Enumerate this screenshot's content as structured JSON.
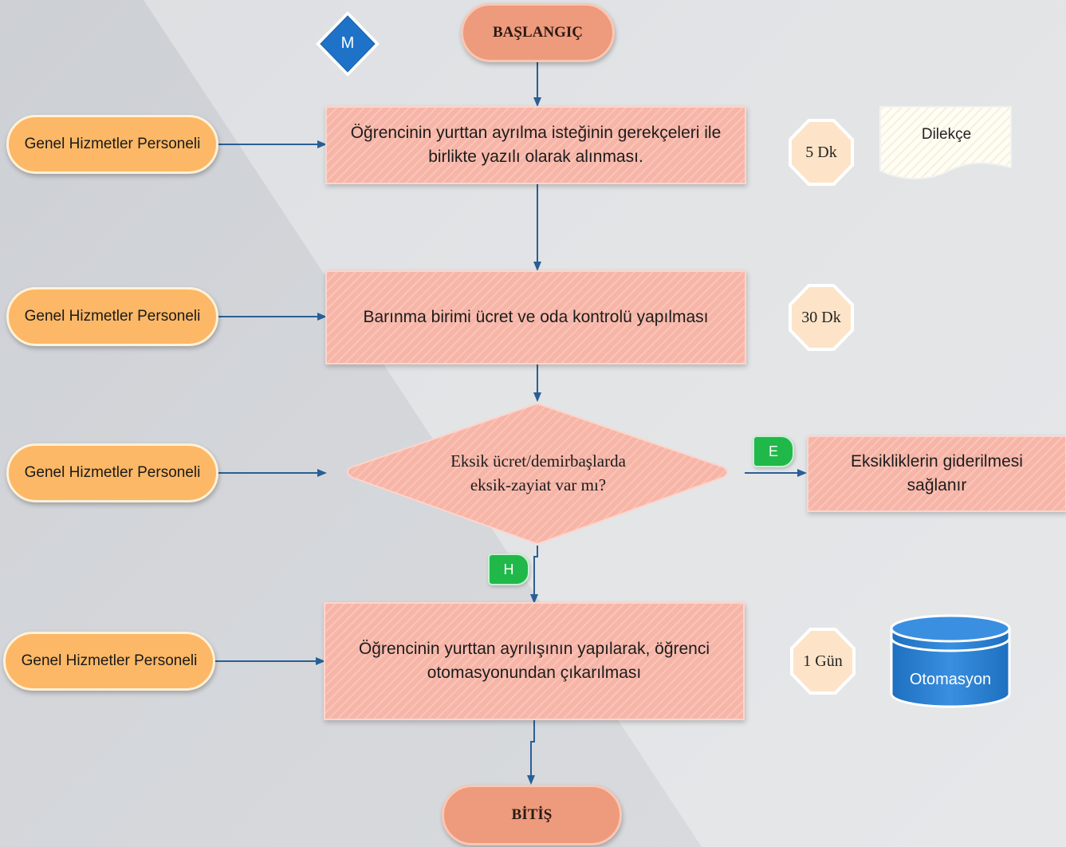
{
  "start": {
    "label": "BAŞLANGIÇ"
  },
  "end": {
    "label": "BİTİŞ"
  },
  "connector": {
    "label": "M"
  },
  "actors": [
    "Genel Hizmetler Personeli",
    "Genel Hizmetler Personeli",
    "Genel Hizmetler Personeli",
    "Genel Hizmetler Personeli"
  ],
  "steps": [
    {
      "line1": "Öğrencinin yurttan ayrılma isteğinin gerekçeleri ile",
      "line2": "birlikte yazılı olarak alınması.",
      "duration": "5 Dk"
    },
    {
      "line1": "Barınma birimi ücret ve oda kontrolü yapılması",
      "duration": "30 Dk"
    },
    {
      "line1": "Öğrencinin yurttan ayrılışının yapılarak, öğrenci",
      "line2": "otomasyonundan çıkarılması",
      "duration": "1 Gün"
    }
  ],
  "decision": {
    "line1": "Eksik ücret/demirbaşlarda",
    "line2": "eksik-zayiat var mı?",
    "yes_label": "E",
    "no_label": "H"
  },
  "side_process": {
    "line1": "Eksikliklerin giderilmesi",
    "line2": "sağlanır"
  },
  "document": {
    "label": "Dilekçe"
  },
  "database": {
    "label": "Otomasyon"
  },
  "colors": {
    "actor": "#fcb866",
    "process": "#f7b5a7",
    "terminal": "#ee9a7c",
    "connector": "#1e73c8",
    "badge": "#21b84a",
    "arrow": "#2a5f96",
    "database": "#2a7fd0"
  }
}
